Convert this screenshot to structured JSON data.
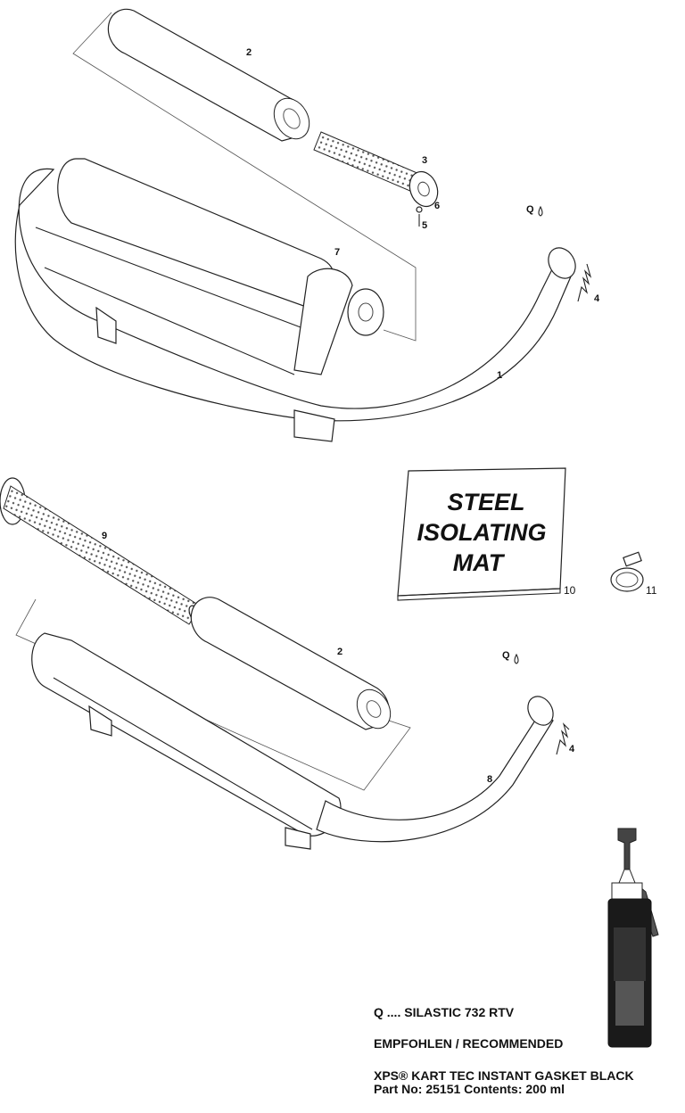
{
  "callouts": {
    "c1": "1",
    "c2a": "2",
    "c3": "3",
    "c4a": "4",
    "c5": "5",
    "c6": "6",
    "c7": "7",
    "c8": "8",
    "c9": "9",
    "c10": "10",
    "c11": "11",
    "c2b": "2",
    "c4b": "4",
    "qa": "Q",
    "qb": "Q"
  },
  "mat_label": {
    "line1": "STEEL",
    "line2": "ISOLATING",
    "line3": "MAT"
  },
  "notes": {
    "sealant": "Q .... SILASTIC 732 RTV",
    "recommended": "EMPFOHLEN / RECOMMENDED",
    "product": "XPS® KART TEC INSTANT GASKET BLACK",
    "part_info": "Part No: 25151 Contents: 200 ml"
  },
  "colors": {
    "line": "#222222",
    "tube_dark": "#1a1a1a",
    "mesh": "#888888"
  }
}
